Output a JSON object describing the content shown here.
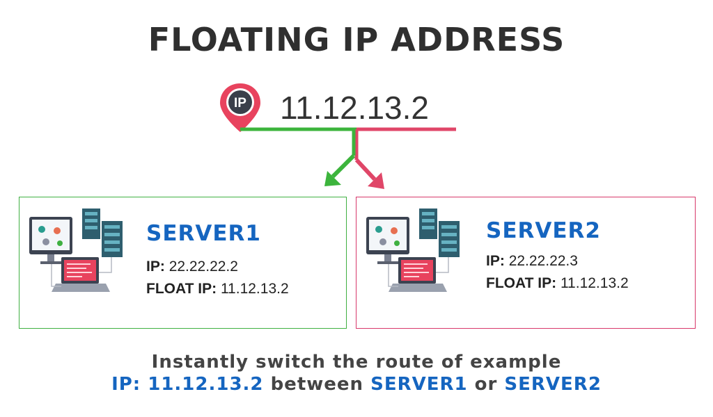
{
  "title": "FLOATING IP ADDRESS",
  "pin_label": "IP",
  "floating_ip": "11.12.13.2",
  "colors": {
    "green": "#3fb041",
    "red": "#d8386a",
    "blue": "#1565c0"
  },
  "servers": [
    {
      "name": "SERVER1",
      "ip_label": "IP:",
      "ip": "22.22.22.2",
      "float_label": "FLOAT IP:",
      "float_ip": "11.12.13.2"
    },
    {
      "name": "SERVER2",
      "ip_label": "IP:",
      "ip": "22.22.22.3",
      "float_label": "FLOAT IP:",
      "float_ip": "11.12.13.2"
    }
  ],
  "caption": {
    "line1": "Instantly switch the route of example",
    "ip_part": "IP: 11.12.13.2",
    "between": " between ",
    "server1": "SERVER1",
    "or": " or ",
    "server2": "SERVER2"
  }
}
